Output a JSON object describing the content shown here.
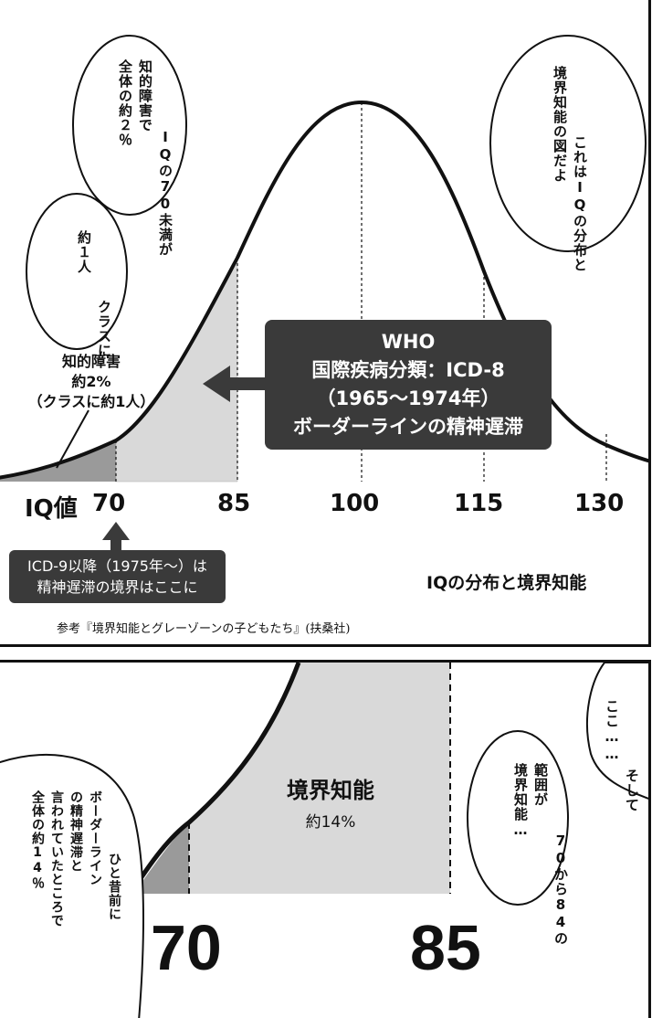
{
  "top_panel": {
    "bubble_right_lines": [
      "これはIQの分布と",
      "境界知能の図だよ"
    ],
    "bubble_middle_lines": [
      "IQの70未満が",
      "知的障害で",
      "全体の約２％"
    ],
    "bubble_left_lines": [
      "クラスに",
      "約１人"
    ],
    "label_disability_lines": [
      "知的障害",
      "約2%",
      "（クラスに約1人）"
    ],
    "who_box_lines": [
      "WHO",
      "国際疾病分類：ICD-8",
      "（1965〜1974年）",
      "ボーダーラインの精神遅滞"
    ],
    "axis_label": "IQ値",
    "ticks": [
      "70",
      "85",
      "100",
      "115",
      "130"
    ],
    "icd9_box_lines": [
      "ICD-9以降（1975年〜）は",
      "精神遅滞の境界はここに"
    ],
    "figure_title": "IQの分布と境界知能",
    "reference": "参考『境界知能とグレーゾーンの子どもたち』(扶桑社)"
  },
  "bottom_panel": {
    "bubble_top_lines": [
      "そして",
      "ここ……"
    ],
    "bubble_mid_lines": [
      "70から84の",
      "範囲が",
      "境界知能…"
    ],
    "bubble_left_lines": [
      "ひと昔前に",
      "ボーダーライン",
      "の精神遅滞と",
      "言われていたところで",
      "全体の約14％"
    ],
    "region_label": "境界知能",
    "region_value": "約14%",
    "ticks": [
      "70",
      "85"
    ]
  },
  "colors": {
    "ink": "#111111",
    "shade_light": "#d9d9d9",
    "shade_dark": "#9a9a9a",
    "box_dark": "#3a3a3a",
    "box_text": "#ffffff"
  }
}
